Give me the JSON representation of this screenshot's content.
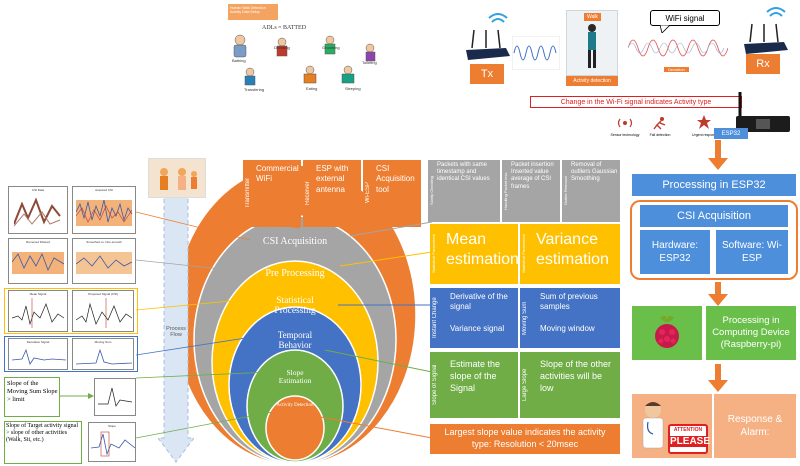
{
  "top": {
    "sticky_note": "Human Walk Detection Activity Data Setup",
    "adl_label": "ADLs = BATTED",
    "activities": [
      "Bathing",
      "Dressing",
      "Grooming",
      "Transfering",
      "Toileting",
      "Eating",
      "Sleeping"
    ],
    "tx_label": "Tx",
    "rx_label": "Rx",
    "walk_label": "Walk",
    "activity_detection": "Activity detection",
    "wifi_callout": "WiFi signal",
    "deviation_label": "Deviation",
    "change_note": "Change in the Wi-Fi signal indicates Activity type",
    "icons": [
      {
        "label": "Sensor technology"
      },
      {
        "label": "Fall detection"
      },
      {
        "label": "Urgent response"
      }
    ],
    "esp32_tag": "ESP32"
  },
  "rings": {
    "csi": "CSI Acquisition",
    "pre": "Pre Processing",
    "stat": "Statistical Processing",
    "temporal": "Temporal Behavior",
    "slope": "Slope Estimation",
    "activity": "Activity Detection"
  },
  "process_flow": "Process Flow",
  "boxes": {
    "orange": [
      {
        "tab": "Transmitter",
        "text": "Commercial WiFi"
      },
      {
        "tab": "Receiver",
        "text": "ESP with external antenna"
      },
      {
        "tab": "Wi-ESP",
        "text": "CSI Acquisition tool"
      }
    ],
    "gray": [
      {
        "tab": "Sanity Checking",
        "text": "Packets with same timestamp and identical CSI values"
      },
      {
        "tab": "Handling Packet loss",
        "text": "Packet insertion Inserted value average of CSI frames"
      },
      {
        "tab": "Outlier Removal",
        "text": "Removal of outliers Gaussian Smoothing"
      }
    ],
    "yellow": [
      {
        "tab": "Statistical Parameters",
        "text": "Mean estimation"
      },
      {
        "tab": "Statistical Parameters",
        "text": "Variance estimation"
      }
    ],
    "blue": [
      {
        "tab": "Instant Change",
        "text1": "Derivative of the signal",
        "text2": "Variance signal"
      },
      {
        "tab": "Moving Sum",
        "text1": "Sum of previous samples",
        "text2": "Moving window"
      }
    ],
    "green": [
      {
        "tab": "Slope of Signal",
        "text": "Estimate the slope of the Signal"
      },
      {
        "tab": "Large Slope",
        "text": "Slope of the other activities will be low"
      }
    ],
    "result": "Largest slope value indicates the activity type: Resolution < 20msec"
  },
  "thumbs": {
    "t1a": "CSI Data",
    "t1b": "Acquired CSI",
    "t2a": "Removed Filtered",
    "t2b": "Smoothed vs. Non-smooth",
    "t3a": "Mean Signal",
    "t3b": "Proposed Signal (CSI)",
    "t4a": "Derivative Signal",
    "t4b": "Moving Sum",
    "t6": "Slope"
  },
  "side_notes": {
    "moving_sum": "Slope of the Moving Sum Slope > limit",
    "target": "Slope of Target activity signal > slope of other activities (Walk, Sit, etc.)"
  },
  "right_flow": {
    "processing_esp32": "Processing in ESP32",
    "csi_acq": "CSI Acquisition",
    "hardware": "Hardware: ESP32",
    "software": "Software: Wi-ESP",
    "processing_device": "Processing in Computing Device (Raspberry-pi)",
    "response": "Response & Alarm:",
    "attention": "ATTENTION",
    "please": "PLEASE"
  },
  "colors": {
    "orange": "#ed7d31",
    "gray": "#a5a5a5",
    "yellow": "#ffc000",
    "blue": "#4472c4",
    "green": "#70ad47",
    "esp_blue": "#4e8fdc",
    "rpi_green": "#6abf4b",
    "light_orange": "#f5b183",
    "red": "#e02020"
  }
}
